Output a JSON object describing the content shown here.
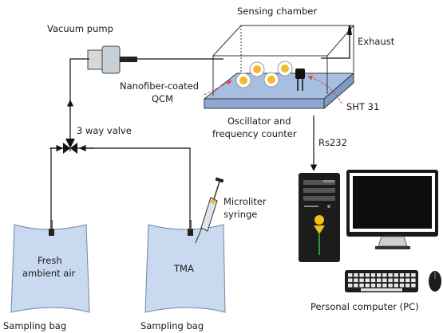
{
  "labels": {
    "sensing_chamber": "Sensing chamber",
    "exhaust": "Exhaust",
    "vacuum_pump": "Vacuum pump",
    "qcm_line1": "Nanofiber-coated",
    "qcm_line2": "QCM",
    "sht": "SHT 31",
    "osc_line1": "Oscillator and",
    "osc_line2": "frequency counter",
    "valve": "3 way valve",
    "rs232": "Rs232",
    "syringe_line1": "Microliter",
    "syringe_line2": "syringe",
    "bag1_line1": "Fresh",
    "bag1_line2": "ambient air",
    "bag2_text": "TMA",
    "bag1_caption": "Sampling bag",
    "bag2_caption": "Sampling bag",
    "pc": "Personal computer (PC)"
  },
  "colors": {
    "bag_fill": "#c9d9ef",
    "platform_fill": "#a6bfe0",
    "qcm_gold": "#f2b92a",
    "pc_tower": "#1c1c1c",
    "pc_indicator": "#f2c018",
    "dashed_arrow": "#e04040",
    "line": "#111111"
  }
}
